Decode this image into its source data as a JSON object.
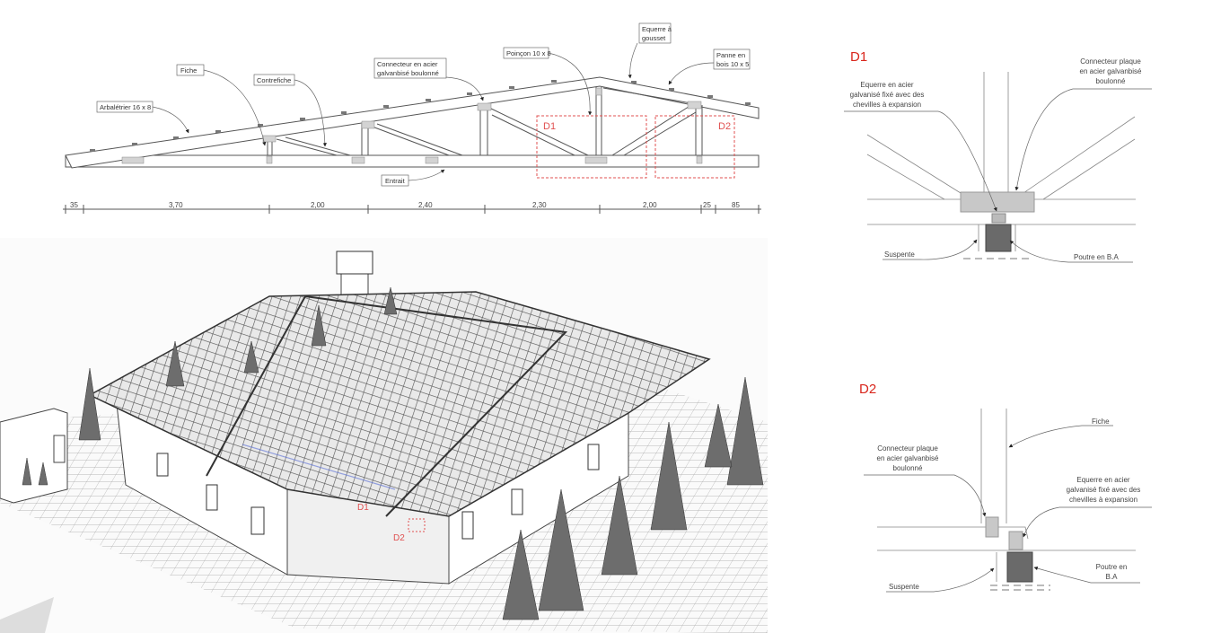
{
  "truss_elevation": {
    "labels": {
      "arbaletrier": "Arbalétrier 16 x 8",
      "fiche": "Fiche",
      "contrefiche": "Contrefiche",
      "connecteur_line1": "Connecteur en acier",
      "connecteur_line2": "galvanbisé boulonné",
      "poincon": "Poinçon 10 x 8",
      "equerre_line1": "Equerre à",
      "equerre_line2": "gousset",
      "panne_line1": "Panne en",
      "panne_line2": "bois 10 x 5",
      "entrait": "Entrait"
    },
    "detail_markers": [
      "D1",
      "D2"
    ],
    "dimensions": [
      "35",
      "3,70",
      "2,00",
      "2,40",
      "2,30",
      "2,00",
      "25",
      "85"
    ]
  },
  "render_3d": {
    "markers": [
      "D1",
      "D2"
    ]
  },
  "detail_d1": {
    "title": "D1",
    "equerre": [
      "Equerre en acier",
      "galvanisé fixé avec des",
      "chevilles à expansion"
    ],
    "connecteur": [
      "Connecteur plaque",
      "en acier galvanbisé",
      "boulonné"
    ],
    "suspente": "Suspente",
    "poutre": "Poutre en B.A"
  },
  "detail_d2": {
    "title": "D2",
    "fiche": "Fiche",
    "connecteur": [
      "Connecteur plaque",
      "en acier galvanbisé",
      "boulonné"
    ],
    "equerre": [
      "Equerre en acier",
      "galvanisé fixé avec des",
      "chevilles à expansion"
    ],
    "suspente": "Suspente",
    "poutre": [
      "Poutre en",
      "B.A"
    ]
  },
  "colors": {
    "marker_red": "#d9261c",
    "beam_dark": "#6a6a6a",
    "plate_grey": "#c8c8c8"
  }
}
